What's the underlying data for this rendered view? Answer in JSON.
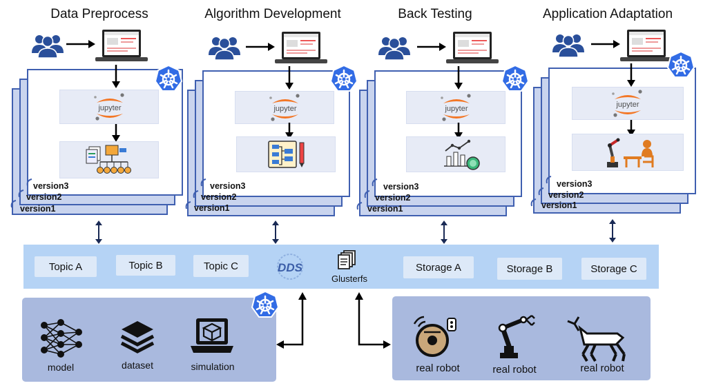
{
  "stages": [
    {
      "title": "Data Preprocess",
      "jupyter": "jupyter",
      "tool_icon": "data-flow-icon"
    },
    {
      "title": "Algorithm Development",
      "jupyter": "jupyter",
      "tool_icon": "algorithm-flowchart-icon"
    },
    {
      "title": "Back Testing",
      "jupyter": "jupyter",
      "tool_icon": "growth-chart-icon"
    },
    {
      "title": "Application Adaptation",
      "jupyter": "jupyter",
      "tool_icon": "robot-arm-with-person-icon"
    }
  ],
  "versions": [
    "version3",
    "version2",
    "version1"
  ],
  "bus": {
    "topics": [
      "Topic A",
      "Topic B",
      "Topic C"
    ],
    "dds": "DDS",
    "glusterfs": "Glusterfs",
    "storages": [
      "Storage A",
      "Storage B",
      "Storage C"
    ]
  },
  "resources": {
    "items": [
      {
        "label": "model",
        "icon": "neural-network-icon"
      },
      {
        "label": "dataset",
        "icon": "layers-icon"
      },
      {
        "label": "simulation",
        "icon": "simulation-laptop-icon"
      }
    ]
  },
  "robots": {
    "items": [
      {
        "label": "real robot",
        "icon": "robot-vacuum-icon"
      },
      {
        "label": "real robot",
        "icon": "industrial-arm-icon"
      },
      {
        "label": "real robot",
        "icon": "robot-dog-icon"
      }
    ]
  },
  "colors": {
    "frame": "#3f5fb0",
    "bus": "#b5d3f5",
    "bottom_panel": "#a9b9de",
    "k8s": "#326ce5",
    "jupyter": "#f37726"
  }
}
